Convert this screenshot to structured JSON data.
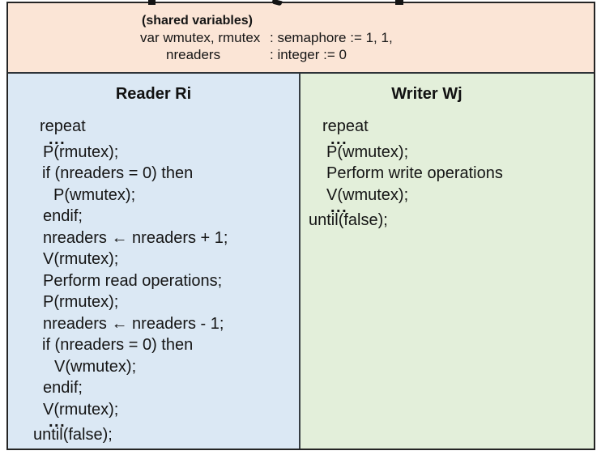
{
  "colors": {
    "header-bg": "#fbe5d6",
    "reader-bg": "#dbe8f4",
    "writer-bg": "#e3efda",
    "frame-border": "#242424",
    "divider": "#363d42",
    "text": "#151515"
  },
  "shared": {
    "title": "(shared variables)",
    "declarations": [
      {
        "names": "var wmutex, rmutex",
        "type": ": semaphore := 1, 1,"
      },
      {
        "names": "nreaders",
        "type": ": integer := 0"
      }
    ]
  },
  "reader": {
    "title": "Reader Ri",
    "lines": [
      {
        "text": "repeat"
      },
      {
        "text": "..."
      },
      {
        "text": "P(rmutex);"
      },
      {
        "text": "if (nreaders = 0) then"
      },
      {
        "text": "P(wmutex);"
      },
      {
        "text": "endif;"
      },
      {
        "text": "nreaders ← nreaders + 1;"
      },
      {
        "text": "V(rmutex);"
      },
      {
        "text": "Perform read operations;"
      },
      {
        "text": "P(rmutex);"
      },
      {
        "text": "nreaders ← nreaders - 1;"
      },
      {
        "text": "if (nreaders = 0) then"
      },
      {
        "text": "V(wmutex);"
      },
      {
        "text": "endif;"
      },
      {
        "text": "V(rmutex);"
      },
      {
        "text": "..."
      },
      {
        "text": "until(false);"
      }
    ]
  },
  "writer": {
    "title": "Writer Wj",
    "lines": [
      {
        "text": "repeat"
      },
      {
        "text": "..."
      },
      {
        "text": "P(wmutex);"
      },
      {
        "text": "Perform write operations"
      },
      {
        "text": "V(wmutex);"
      },
      {
        "text": "..."
      },
      {
        "text": "until(false);"
      }
    ]
  }
}
